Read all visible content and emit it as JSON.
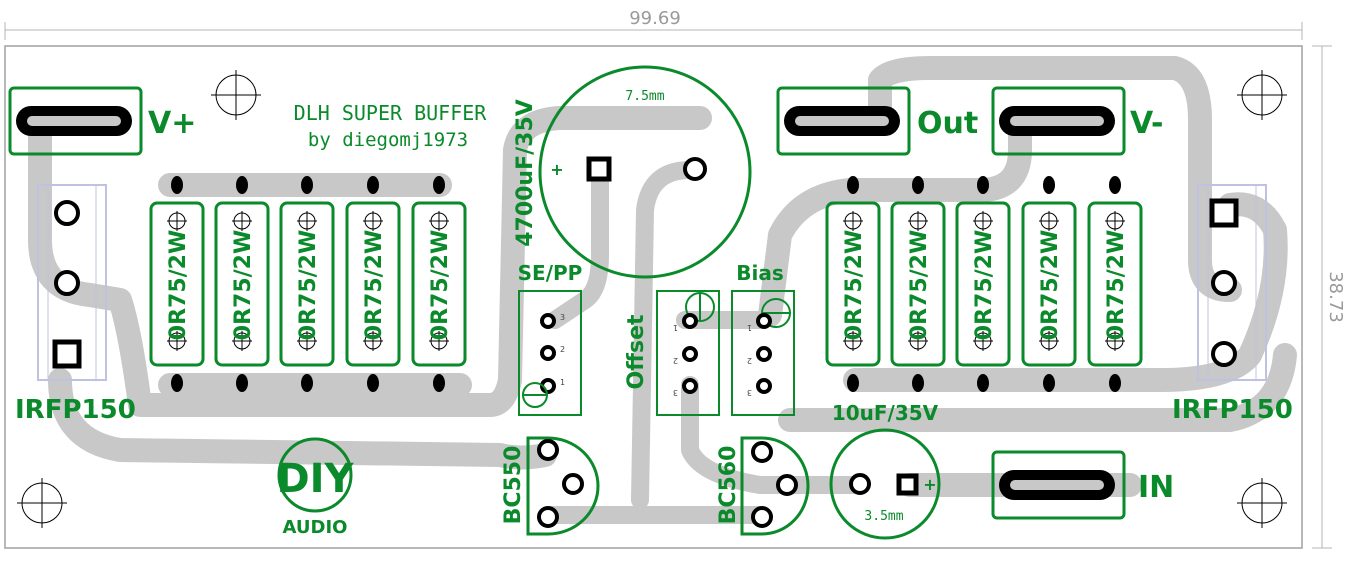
{
  "board": {
    "width_dim": "99.69",
    "height_dim": "38.73",
    "title_line1": "DLH SUPER BUFFER",
    "title_line2": "by diegomj1973"
  },
  "connectors": {
    "vplus": "V+",
    "out": "Out",
    "vminus": "V-",
    "in": "IN"
  },
  "components": {
    "mosfet_left": "IRFP150",
    "mosfet_right": "IRFP150",
    "resistor_label": "0R75/2W",
    "cap_big": "4700uF/35V",
    "cap_big_pitch": "7.5mm",
    "cap_small": "10uF/35V",
    "cap_small_pitch": "3.5mm",
    "trans_left": "BC550",
    "trans_right": "BC560",
    "jumper_sepp": "SE/PP",
    "pot_offset": "Offset",
    "pot_bias": "Bias",
    "pin_1": "1",
    "pin_2": "2",
    "pin_3": "3"
  },
  "logo": {
    "top": "DIY",
    "bottom": "AUDIO"
  }
}
